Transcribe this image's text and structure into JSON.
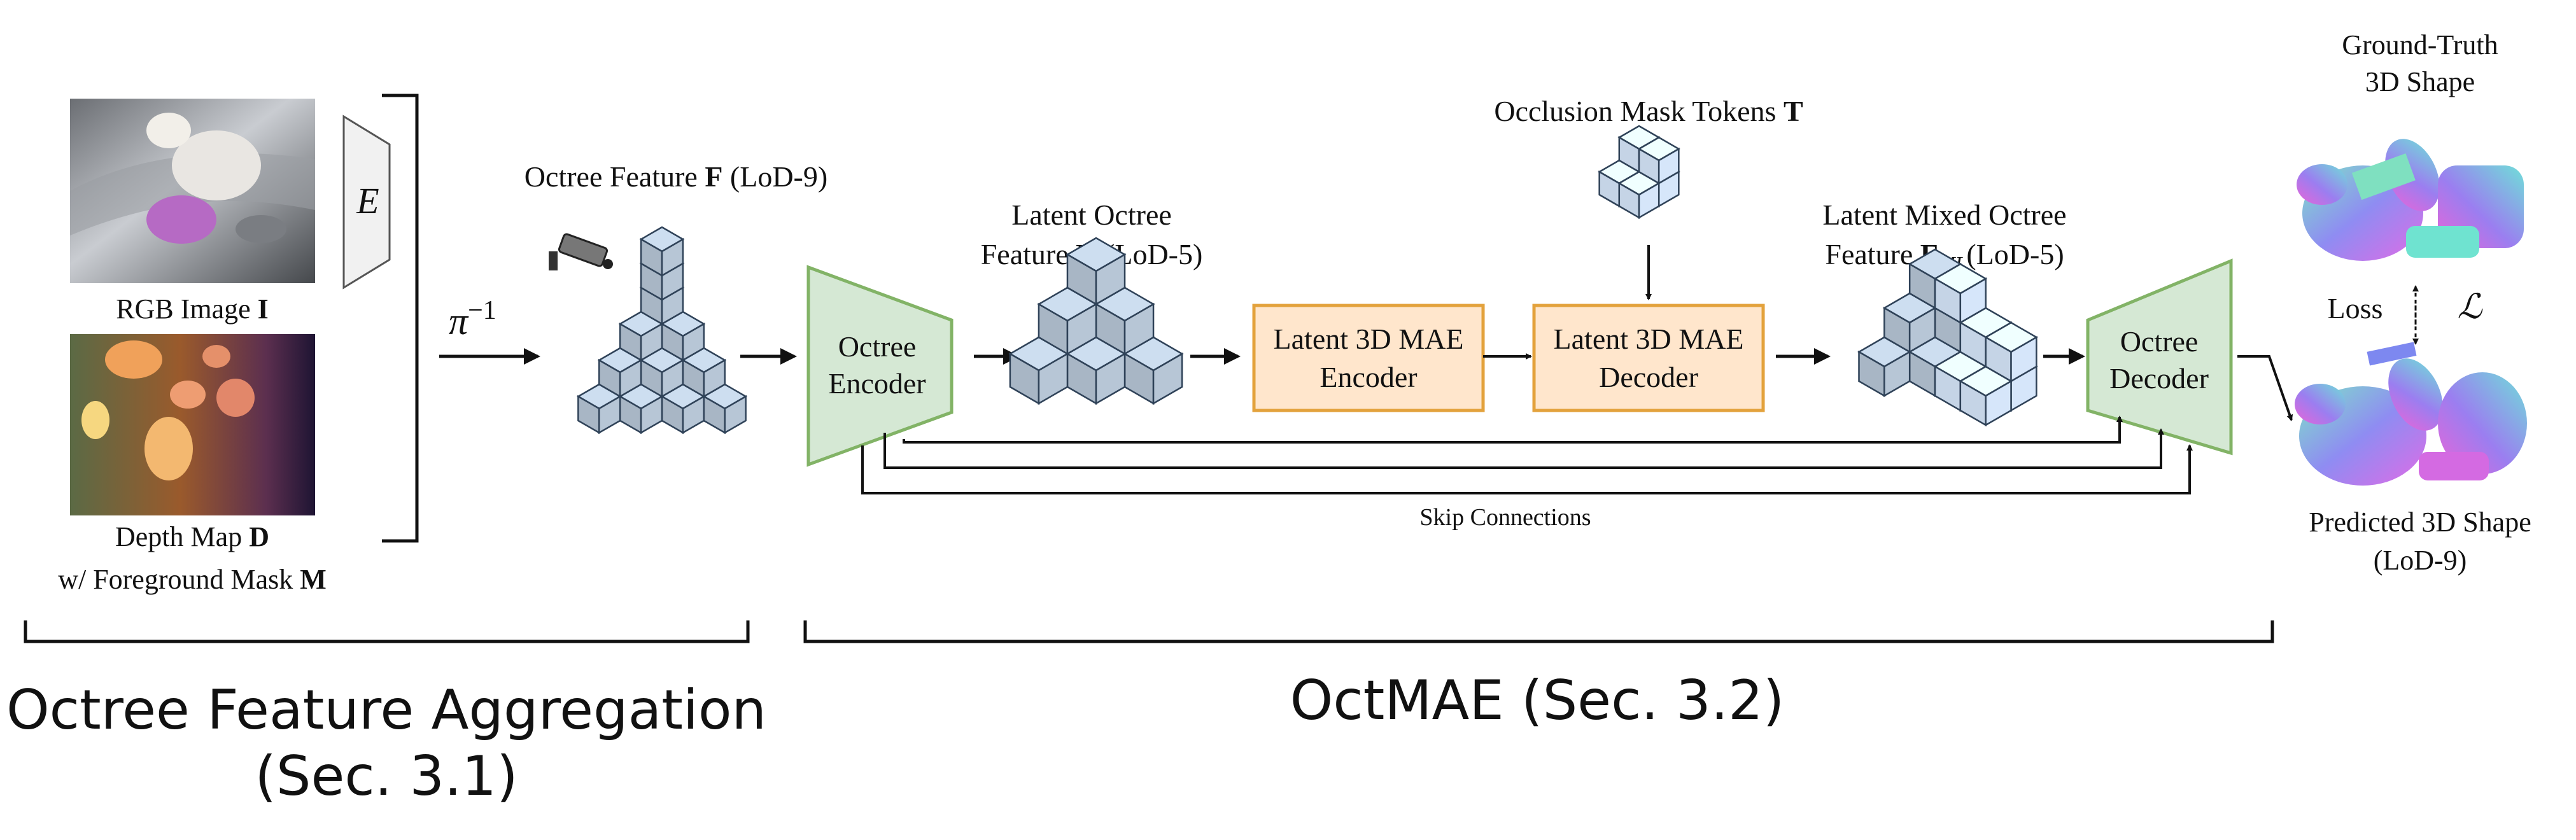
{
  "inputs": {
    "rgb_label": "RGB Image ",
    "rgb_symbol": "I",
    "depth_label": "Depth Map ",
    "depth_symbol": "D",
    "mask_label": "w/ Foreground Mask ",
    "mask_symbol": "M",
    "encoder_symbol": "E",
    "projection_label": "π",
    "projection_exponent": "−1"
  },
  "octree_feature": {
    "label": "Octree Feature ",
    "symbol": "F",
    "lod": " (LoD-9)"
  },
  "blocks": {
    "octree_encoder": [
      "Octree",
      "Encoder"
    ],
    "latent_octree": [
      "Latent Octree",
      "Feature "
    ],
    "latent_octree_symbol": "F",
    "latent_octree_sub": "L",
    "latent_octree_lod": "(LoD-5)",
    "mae_encoder": [
      "Latent 3D MAE",
      "Encoder"
    ],
    "mae_decoder": [
      "Latent 3D MAE",
      "Decoder"
    ],
    "mask_tokens_label": "Occlusion Mask Tokens ",
    "mask_tokens_symbol": "T",
    "latent_mixed": [
      "Latent Mixed Octree",
      "Feature "
    ],
    "latent_mixed_symbol": "F",
    "latent_mixed_sub": "ML",
    "latent_mixed_lod": "(LoD-5)",
    "octree_decoder": [
      "Octree",
      "Decoder"
    ],
    "skip_label": "Skip Connections"
  },
  "outputs": {
    "ground_truth": [
      "Ground-Truth",
      "3D Shape"
    ],
    "loss_label": "Loss",
    "loss_symbol": "ℒ",
    "predicted": [
      "Predicted 3D Shape",
      "(LoD-9)"
    ]
  },
  "sections": {
    "aggregation": [
      "Octree Feature Aggregation",
      "(Sec. 3.1)"
    ],
    "octmae": "OctMAE (Sec. 3.2)"
  },
  "colors": {
    "trapezoid_fill": "#d5e8d4",
    "trapezoid_stroke": "#82b366",
    "mae_fill": "#ffe6cc",
    "mae_stroke": "#e3a23c",
    "cube_dark": "#b7c6d6",
    "cube_light": "#d6e6fa"
  }
}
